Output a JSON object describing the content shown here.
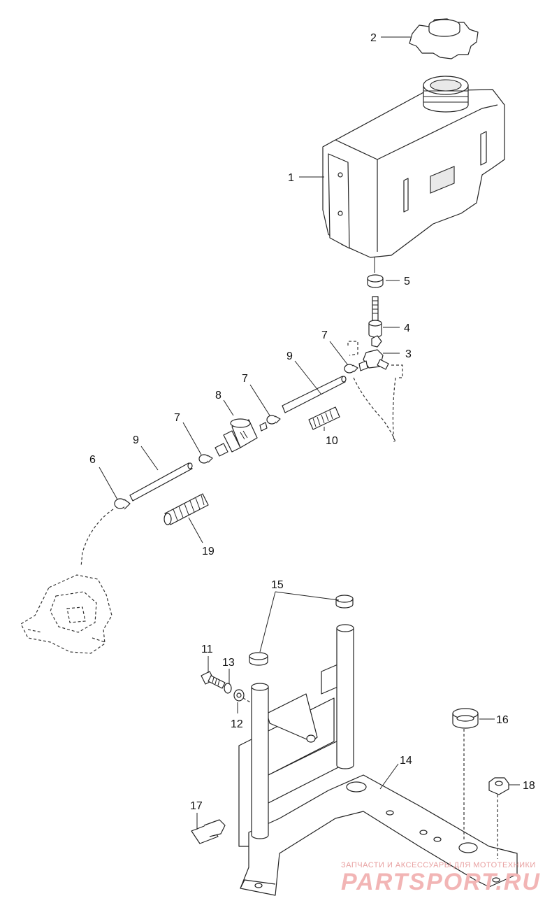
{
  "callouts": {
    "c1": "1",
    "c2": "2",
    "c3": "3",
    "c4": "4",
    "c5": "5",
    "c6": "6",
    "c7a": "7",
    "c7b": "7",
    "c7c": "7",
    "c8": "8",
    "c9a": "9",
    "c9b": "9",
    "c10": "10",
    "c11": "11",
    "c12": "12",
    "c13": "13",
    "c14": "14",
    "c15": "15",
    "c16": "16",
    "c17": "17",
    "c18": "18",
    "c19": "19"
  },
  "watermark": {
    "tagline": "ЗАПЧАСТИ И АКСЕССУАРЫ ДЛЯ МОТОТЕХНИКИ",
    "brand": "PARTSPORT.RU"
  }
}
